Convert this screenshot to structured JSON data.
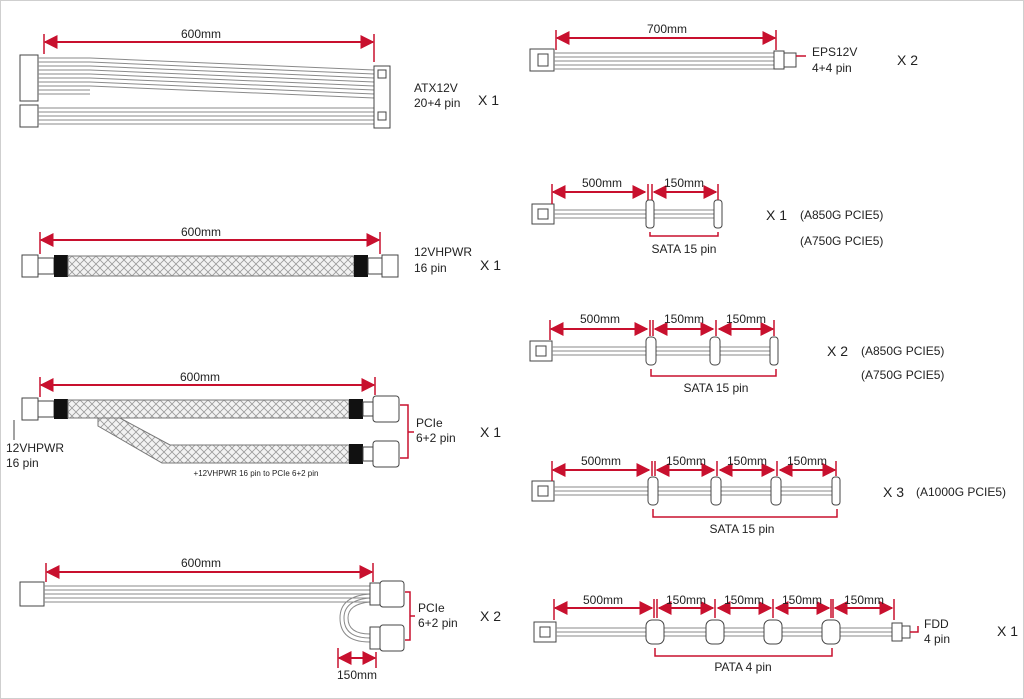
{
  "colors": {
    "dimension": "#c8102e",
    "cable": "#8a8a8a",
    "sleeve_dark": "#111111"
  },
  "cables": {
    "atx": {
      "length": "600mm",
      "connector": "ATX12V",
      "pins": "20+4 pin",
      "qty": "X 1"
    },
    "vhpwr": {
      "length": "600mm",
      "connector": "12VHPWR",
      "pins": "16 pin",
      "qty": "X 1"
    },
    "vhpwr_pcie": {
      "length": "600mm",
      "left_connector": "12VHPWR",
      "left_pins": "16 pin",
      "right_connector": "PCIe",
      "right_pins": "6+2 pin",
      "qty": "X 1",
      "caption": "+12VHPWR 16 pin to PCIe 6+2 pin"
    },
    "pcie": {
      "length": "600mm",
      "branch": "150mm",
      "connector": "PCIe",
      "pins": "6+2 pin",
      "qty": "X 2"
    },
    "eps": {
      "length": "700mm",
      "connector": "EPS12V",
      "pins": "4+4 pin",
      "qty": "X 2"
    },
    "sata1": {
      "seg1": "500mm",
      "seg2": "150mm",
      "label": "SATA 15 pin",
      "qty": "X 1",
      "note1": "(A850G PCIE5)",
      "note2": "(A750G PCIE5)"
    },
    "sata2": {
      "seg1": "500mm",
      "seg2": "150mm",
      "seg3": "150mm",
      "label": "SATA 15 pin",
      "qty": "X 2",
      "note1": "(A850G PCIE5)",
      "note2": "(A750G PCIE5)"
    },
    "sata3": {
      "seg1": "500mm",
      "seg2": "150mm",
      "seg3": "150mm",
      "seg4": "150mm",
      "label": "SATA 15 pin",
      "qty": "X 3",
      "note1": "(A1000G PCIE5)"
    },
    "pata": {
      "seg1": "500mm",
      "seg2": "150mm",
      "seg3": "150mm",
      "seg4": "150mm",
      "seg5": "150mm",
      "label": "PATA 4 pin",
      "end_connector": "FDD",
      "end_pins": "4 pin",
      "qty": "X 1"
    }
  }
}
